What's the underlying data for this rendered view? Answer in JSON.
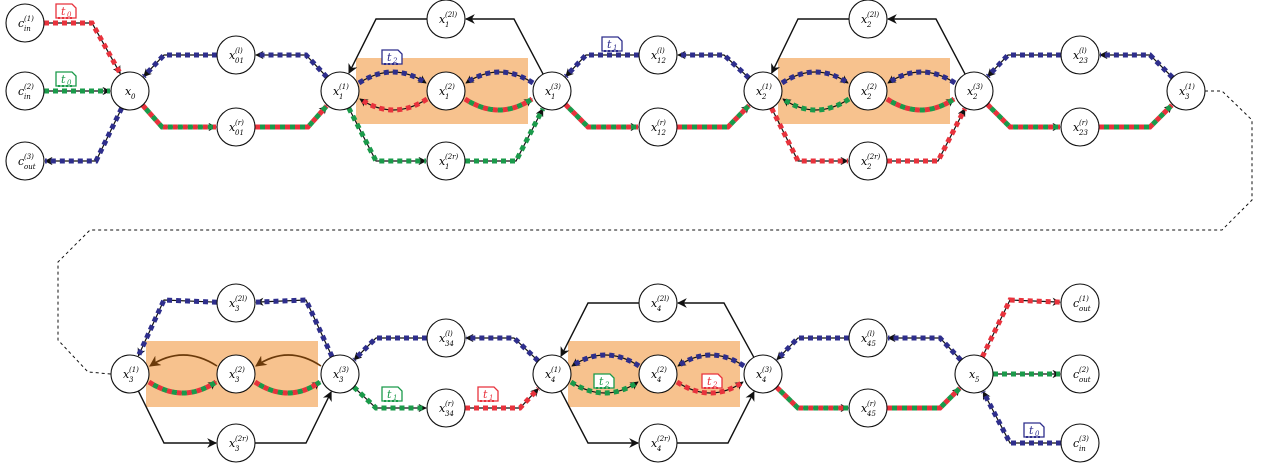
{
  "colors": {
    "red": "#e8323c",
    "green": "#1a9a4a",
    "blue": "#2e2e8c",
    "black": "#111111",
    "highlight": "#f7c28e",
    "brown": "#6b3a0a"
  },
  "nodes": [
    {
      "id": "c_in1",
      "main": "c",
      "sup": "(1)",
      "sub": "in"
    },
    {
      "id": "c_in2",
      "main": "c",
      "sup": "(2)",
      "sub": "in"
    },
    {
      "id": "c_out3",
      "main": "c",
      "sup": "(3)",
      "sub": "out"
    },
    {
      "id": "x0",
      "main": "x",
      "sup": "",
      "sub": "0"
    },
    {
      "id": "x01l",
      "main": "x",
      "sup": "(l)",
      "sub": "01"
    },
    {
      "id": "x01r",
      "main": "x",
      "sup": "(r)",
      "sub": "01"
    },
    {
      "id": "x11",
      "main": "x",
      "sup": "(1)",
      "sub": "1"
    },
    {
      "id": "x12l",
      "main": "x",
      "sup": "(2l)",
      "sub": "1"
    },
    {
      "id": "x12",
      "main": "x",
      "sup": "(2)",
      "sub": "1"
    },
    {
      "id": "x12r",
      "main": "x",
      "sup": "(2r)",
      "sub": "1"
    },
    {
      "id": "x13",
      "main": "x",
      "sup": "(3)",
      "sub": "1"
    },
    {
      "id": "x12_l",
      "main": "x",
      "sup": "(l)",
      "sub": "12"
    },
    {
      "id": "x12_r",
      "main": "x",
      "sup": "(r)",
      "sub": "12"
    },
    {
      "id": "x21",
      "main": "x",
      "sup": "(1)",
      "sub": "2"
    },
    {
      "id": "x22l",
      "main": "x",
      "sup": "(2l)",
      "sub": "2"
    },
    {
      "id": "x22",
      "main": "x",
      "sup": "(2)",
      "sub": "2"
    },
    {
      "id": "x22r",
      "main": "x",
      "sup": "(2r)",
      "sub": "2"
    },
    {
      "id": "x23",
      "main": "x",
      "sup": "(3)",
      "sub": "2"
    },
    {
      "id": "x23_l",
      "main": "x",
      "sup": "(l)",
      "sub": "23"
    },
    {
      "id": "x23_r",
      "main": "x",
      "sup": "(r)",
      "sub": "23"
    },
    {
      "id": "x31_top",
      "main": "x",
      "sup": "(1)",
      "sub": "3"
    },
    {
      "id": "x31",
      "main": "x",
      "sup": "(1)",
      "sub": "3"
    },
    {
      "id": "x32l",
      "main": "x",
      "sup": "(2l)",
      "sub": "3"
    },
    {
      "id": "x32",
      "main": "x",
      "sup": "(2)",
      "sub": "3"
    },
    {
      "id": "x32r",
      "main": "x",
      "sup": "(2r)",
      "sub": "3"
    },
    {
      "id": "x33",
      "main": "x",
      "sup": "(3)",
      "sub": "3"
    },
    {
      "id": "x34_l",
      "main": "x",
      "sup": "(l)",
      "sub": "34"
    },
    {
      "id": "x34_r",
      "main": "x",
      "sup": "(r)",
      "sub": "34"
    },
    {
      "id": "x41",
      "main": "x",
      "sup": "(1)",
      "sub": "4"
    },
    {
      "id": "x42l",
      "main": "x",
      "sup": "(2l)",
      "sub": "4"
    },
    {
      "id": "x42",
      "main": "x",
      "sup": "(2)",
      "sub": "4"
    },
    {
      "id": "x42r",
      "main": "x",
      "sup": "(2r)",
      "sub": "4"
    },
    {
      "id": "x43",
      "main": "x",
      "sup": "(3)",
      "sub": "4"
    },
    {
      "id": "x45_l",
      "main": "x",
      "sup": "(l)",
      "sub": "45"
    },
    {
      "id": "x45_r",
      "main": "x",
      "sup": "(r)",
      "sub": "45"
    },
    {
      "id": "x5",
      "main": "x",
      "sup": "",
      "sub": "5"
    },
    {
      "id": "c_out1",
      "main": "c",
      "sup": "(1)",
      "sub": "out"
    },
    {
      "id": "c_out2",
      "main": "c",
      "sup": "(2)",
      "sub": "out"
    },
    {
      "id": "c_in3",
      "main": "c",
      "sup": "(3)",
      "sub": "in"
    }
  ],
  "train_labels": [
    {
      "id": "t0_red",
      "text": "t",
      "sub": "0",
      "color": "red"
    },
    {
      "id": "t0_green",
      "text": "t",
      "sub": "0",
      "color": "green"
    },
    {
      "id": "t2_blue",
      "text": "t",
      "sub": "2",
      "color": "blue"
    },
    {
      "id": "t1_blue",
      "text": "t",
      "sub": "1",
      "color": "blue"
    },
    {
      "id": "t1_green",
      "text": "t",
      "sub": "1",
      "color": "green"
    },
    {
      "id": "t1_red",
      "text": "t",
      "sub": "1",
      "color": "red"
    },
    {
      "id": "t2_green",
      "text": "t",
      "sub": "2",
      "color": "green"
    },
    {
      "id": "t2_red",
      "text": "t",
      "sub": "2",
      "color": "red"
    },
    {
      "id": "t0_blue",
      "text": "t",
      "sub": "0",
      "color": "blue"
    }
  ]
}
